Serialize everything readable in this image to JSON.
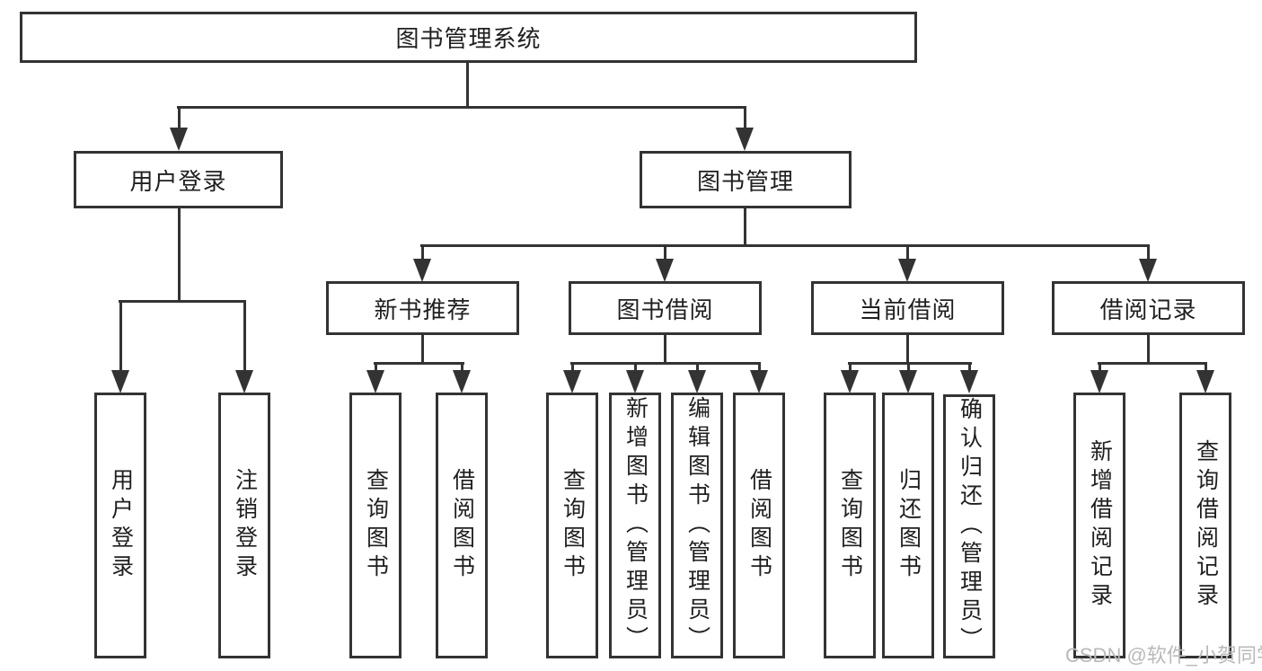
{
  "diagram": {
    "type": "tree",
    "orientation": "top-down"
  },
  "colors": {
    "line": "#333333",
    "box_border": "#333333",
    "text": "#1f1f1f",
    "background": "#ffffff",
    "watermark": "#b9b9b9"
  },
  "tree": {
    "root": {
      "label": "图书管理系统",
      "children": [
        {
          "label": "用户登录",
          "children": [
            {
              "label": "用户登录"
            },
            {
              "label": "注销登录"
            }
          ]
        },
        {
          "label": "图书管理",
          "children": [
            {
              "label": "新书推荐",
              "children": [
                {
                  "label": "查询图书"
                },
                {
                  "label": "借阅图书"
                }
              ]
            },
            {
              "label": "图书借阅",
              "children": [
                {
                  "label": "查询图书"
                },
                {
                  "label": "新增图书（管理员）"
                },
                {
                  "label": "编辑图书（管理员）"
                },
                {
                  "label": "借阅图书"
                }
              ]
            },
            {
              "label": "当前借阅",
              "children": [
                {
                  "label": "查询图书"
                },
                {
                  "label": "归还图书"
                },
                {
                  "label": "确认归还（管理员）"
                }
              ]
            },
            {
              "label": "借阅记录",
              "children": [
                {
                  "label": "新增借阅记录"
                },
                {
                  "label": "查询借阅记录"
                }
              ]
            }
          ]
        }
      ]
    }
  },
  "watermark": {
    "text": "CSDN @软件_小贺同学"
  }
}
